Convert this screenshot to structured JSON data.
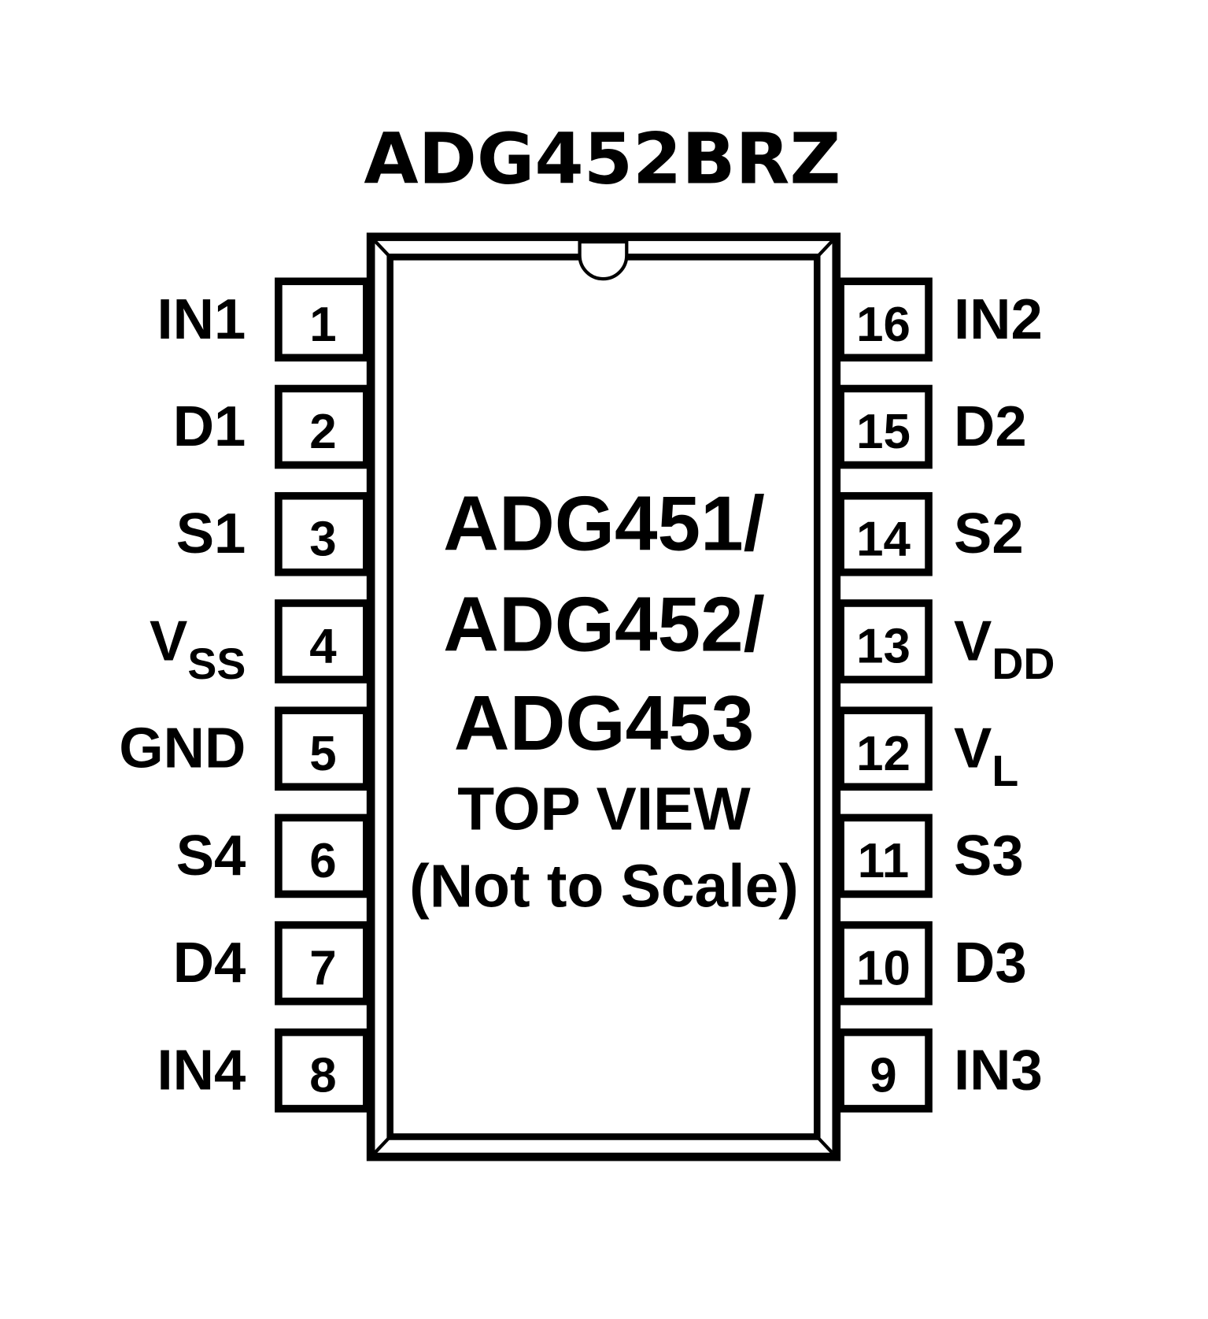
{
  "title": "ADG452BRZ",
  "chip": {
    "lines": [
      "ADG451/",
      "ADG452/",
      "ADG453"
    ],
    "view": "TOP VIEW",
    "scale_note": "(Not to Scale)"
  },
  "left_pins": [
    {
      "num": "1",
      "label": "IN1",
      "sub": ""
    },
    {
      "num": "2",
      "label": "D1",
      "sub": ""
    },
    {
      "num": "3",
      "label": "S1",
      "sub": ""
    },
    {
      "num": "4",
      "label": "V",
      "sub": "SS"
    },
    {
      "num": "5",
      "label": "GND",
      "sub": ""
    },
    {
      "num": "6",
      "label": "S4",
      "sub": ""
    },
    {
      "num": "7",
      "label": "D4",
      "sub": ""
    },
    {
      "num": "8",
      "label": "IN4",
      "sub": ""
    }
  ],
  "right_pins": [
    {
      "num": "16",
      "label": "IN2",
      "sub": ""
    },
    {
      "num": "15",
      "label": "D2",
      "sub": ""
    },
    {
      "num": "14",
      "label": "S2",
      "sub": ""
    },
    {
      "num": "13",
      "label": "V",
      "sub": "DD"
    },
    {
      "num": "12",
      "label": "V",
      "sub": "L"
    },
    {
      "num": "11",
      "label": "S3",
      "sub": ""
    },
    {
      "num": "10",
      "label": "D3",
      "sub": ""
    },
    {
      "num": "9",
      "label": "IN3",
      "sub": ""
    }
  ]
}
